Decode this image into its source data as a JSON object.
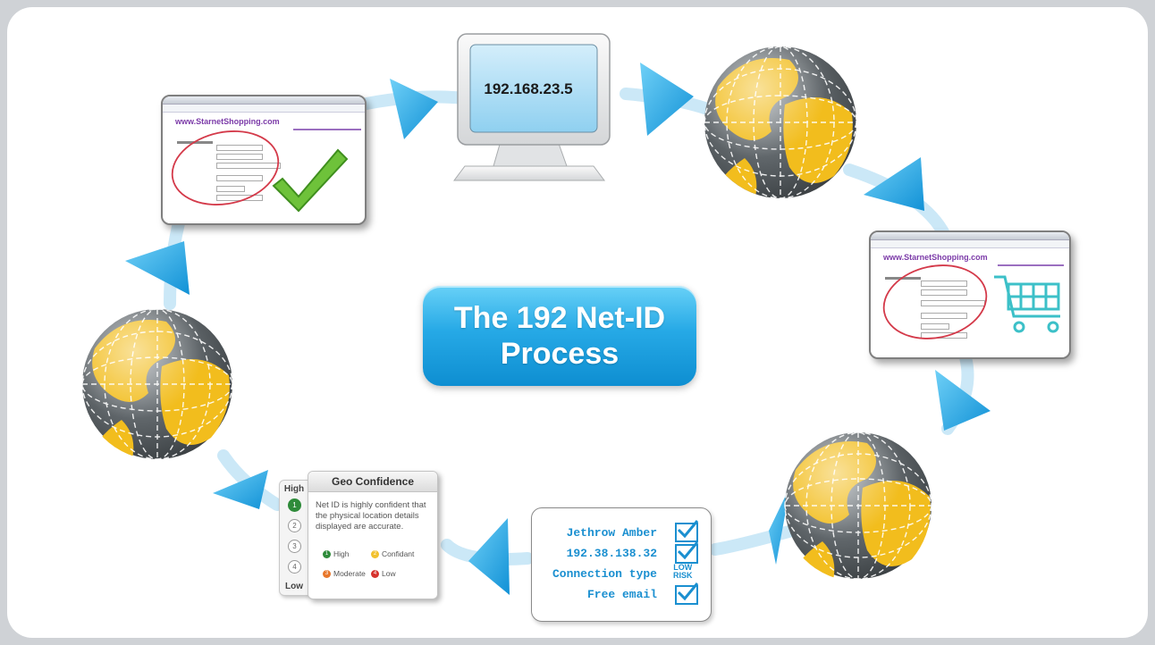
{
  "title": {
    "line1": "The 192 Net-ID",
    "line2": "Process"
  },
  "monitor": {
    "ip": "192.168.23.5"
  },
  "browser_shot": {
    "site_url": "www.StarnetShopping.com"
  },
  "geo_confidence": {
    "title": "Geo Confidence",
    "scale_high": "High",
    "scale_low": "Low",
    "scale_steps": [
      "1",
      "2",
      "3",
      "4"
    ],
    "description": "Net ID is highly confident that the physical location details displayed are accurate.",
    "legend": [
      {
        "label": "High",
        "number": "1",
        "color": "#2e8b3a"
      },
      {
        "label": "Confidant",
        "number": "2",
        "color": "#f2c12e"
      },
      {
        "label": "Moderate",
        "number": "3",
        "color": "#e8772b"
      },
      {
        "label": "Low",
        "number": "4",
        "color": "#d6332e"
      }
    ]
  },
  "check_card": {
    "rows": [
      {
        "text": "Jethrow Amber",
        "status": "check"
      },
      {
        "text": "192.38.138.32",
        "status": "check"
      },
      {
        "text": "Connection type",
        "status": "LOW RISK"
      },
      {
        "text": "Free email",
        "status": "check"
      }
    ],
    "low": "LOW",
    "risk": "RISK"
  },
  "colors": {
    "accent": "#1a9ee0",
    "arrow": "#1ea2e3",
    "globe_land": "#f2bd1d",
    "globe_sea": "#5c6266",
    "trail": "#cbe8f7"
  }
}
